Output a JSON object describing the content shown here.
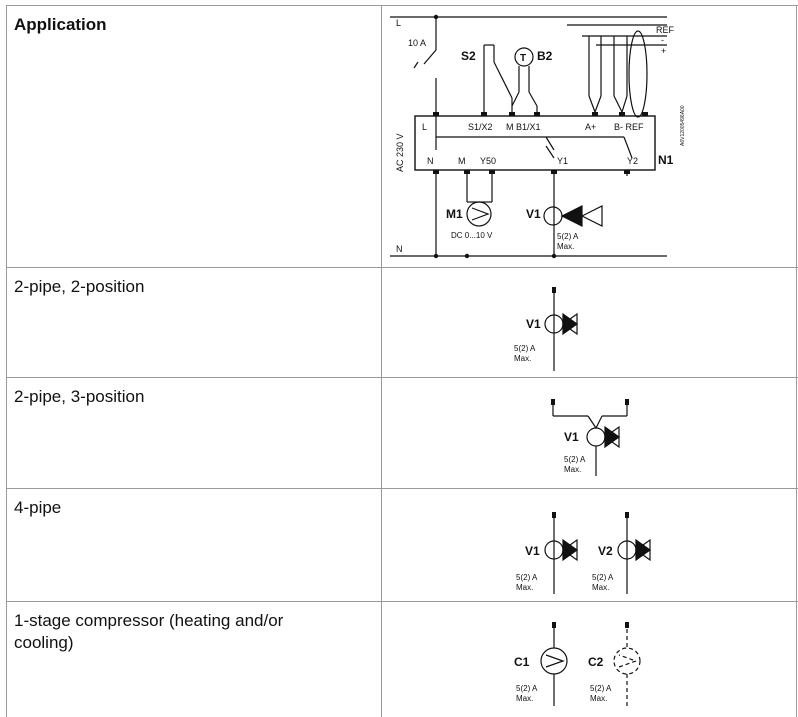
{
  "table": {
    "header": "Application",
    "rows": [
      {
        "label": "2-pipe, 2-position"
      },
      {
        "label": "2-pipe, 3-position"
      },
      {
        "label": "4-pipe"
      },
      {
        "label": "1-stage compressor (heating and/or cooling)"
      }
    ]
  },
  "wiring": {
    "line_L": "L",
    "line_N": "N",
    "fuse": "10 A",
    "s2": "S2",
    "b2": "B2",
    "t_symbol": "T",
    "ref": "REF",
    "minus": "-",
    "plus": "+",
    "supply": "AC 230 V",
    "term_L": "L",
    "term_s1x2": "S1/X2",
    "term_m": "M",
    "term_b1x1": "B1/X1",
    "term_aplus": "A+",
    "term_bminus_ref": "B- REF",
    "term_n": "N",
    "term_m2": "M",
    "term_y50": "Y50",
    "term_y1": "Y1",
    "term_y2": "Y2",
    "n1": "N1",
    "m1": "M1",
    "m1_spec": "DC 0...10 V",
    "v1": "V1",
    "rating": "5(2) A",
    "max": "Max.",
    "doc_code": "A6V12005496A00"
  },
  "symbols": {
    "v1": "V1",
    "v2": "V2",
    "c1": "C1",
    "c2": "C2",
    "rating": "5(2) A",
    "max": "Max."
  }
}
